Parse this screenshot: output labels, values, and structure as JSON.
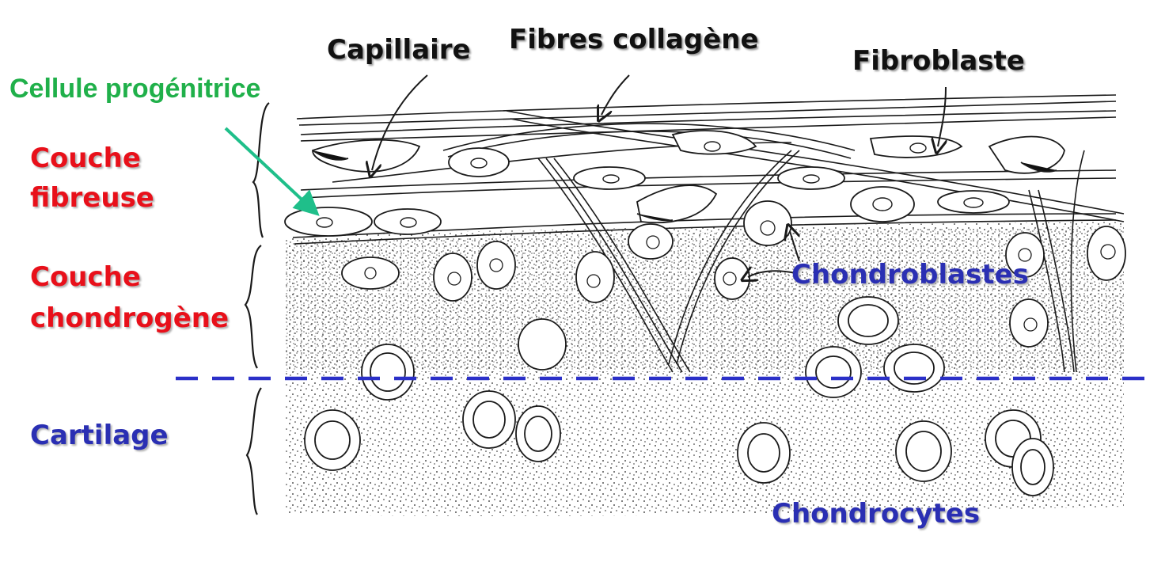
{
  "labels": {
    "capillaire": "Capillaire",
    "fibres_collagene": "Fibres collagène",
    "fibroblaste": "Fibroblaste",
    "cellule_progenitrice": "Cellule progénitrice",
    "couche_fibreuse_1": "Couche",
    "couche_fibreuse_2": "fibreuse",
    "couche_chondrogene_1": "Couche",
    "couche_chondrogene_2": "chondrogène",
    "cartilage": "Cartilage",
    "chondroblastes": "Chondroblastes",
    "chondrocytes": "Chondrocytes"
  },
  "colors": {
    "label_black": "#111111",
    "label_red": "#e8101a",
    "label_blue": "#2a2fb3",
    "label_green": "#20b04a",
    "arrow_green": "#1fbf8a",
    "dashed_line": "#2b30c8",
    "ink": "#1a1a1a"
  }
}
